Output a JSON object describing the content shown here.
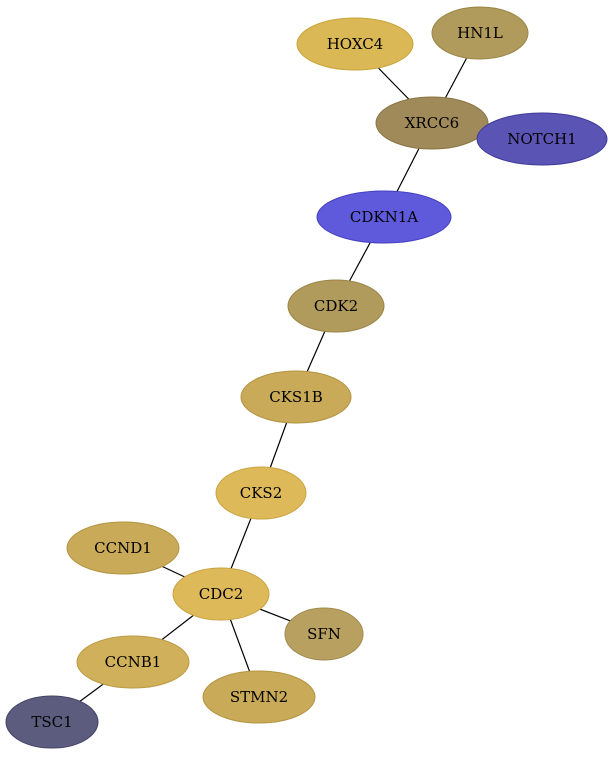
{
  "nodes": [
    {
      "id": "HOXC4",
      "label": "HOXC4",
      "fill": "#d9b855",
      "stroke": "#c9a43c"
    },
    {
      "id": "HN1L",
      "label": "HN1L",
      "fill": "#b09a5c",
      "stroke": "#9a8546"
    },
    {
      "id": "XRCC6",
      "label": "XRCC6",
      "fill": "#a08a5a",
      "stroke": "#8a7544"
    },
    {
      "id": "NOTCH1",
      "label": "NOTCH1",
      "fill": "#5a54b4",
      "stroke": "#3f3a9a"
    },
    {
      "id": "CDKN1A",
      "label": "CDKN1A",
      "fill": "#5e5adb",
      "stroke": "#4440c0"
    },
    {
      "id": "CDK2",
      "label": "CDK2",
      "fill": "#b09a5c",
      "stroke": "#9a8546"
    },
    {
      "id": "CKS1B",
      "label": "CKS1B",
      "fill": "#c8aa58",
      "stroke": "#b39442"
    },
    {
      "id": "CKS2",
      "label": "CKS2",
      "fill": "#ddb959",
      "stroke": "#c9a442"
    },
    {
      "id": "CCND1",
      "label": "CCND1",
      "fill": "#c8aa58",
      "stroke": "#b39442"
    },
    {
      "id": "CDC2",
      "label": "CDC2",
      "fill": "#ddb959",
      "stroke": "#c9a442"
    },
    {
      "id": "SFN",
      "label": "SFN",
      "fill": "#b7a060",
      "stroke": "#a0894a"
    },
    {
      "id": "CCNB1",
      "label": "CCNB1",
      "fill": "#d0b05a",
      "stroke": "#bb9a44"
    },
    {
      "id": "STMN2",
      "label": "STMN2",
      "fill": "#c8aa58",
      "stroke": "#b39442"
    },
    {
      "id": "TSC1",
      "label": "TSC1",
      "fill": "#5c5c7e",
      "stroke": "#444466"
    }
  ],
  "edges": [
    [
      "HOXC4",
      "XRCC6"
    ],
    [
      "HN1L",
      "XRCC6"
    ],
    [
      "XRCC6",
      "CDKN1A"
    ],
    [
      "CDKN1A",
      "CDK2"
    ],
    [
      "CDK2",
      "CKS1B"
    ],
    [
      "CKS1B",
      "CKS2"
    ],
    [
      "CKS2",
      "CDC2"
    ],
    [
      "CCND1",
      "CDC2"
    ],
    [
      "CDC2",
      "SFN"
    ],
    [
      "CDC2",
      "CCNB1"
    ],
    [
      "CDC2",
      "STMN2"
    ],
    [
      "CCNB1",
      "TSC1"
    ]
  ]
}
